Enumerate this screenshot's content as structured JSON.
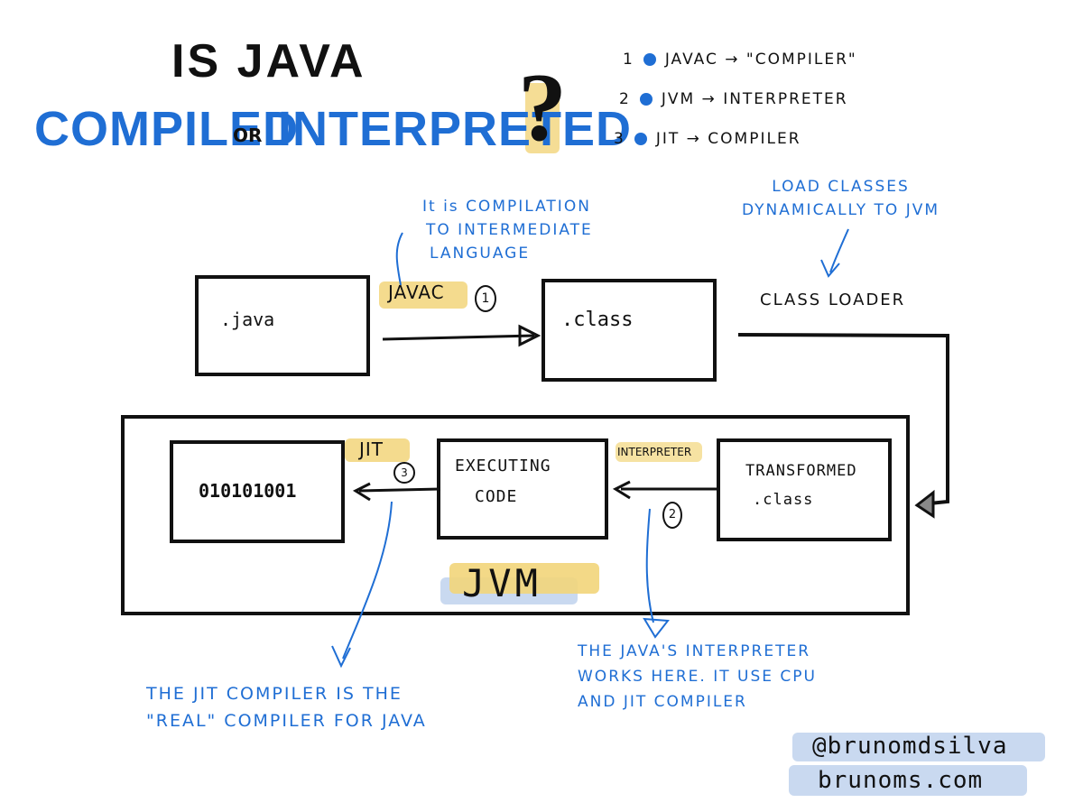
{
  "title": {
    "line1": "IS JAVA",
    "compiled": "COMPILED",
    "or": "OR",
    "interpreted": "INTERPRETED",
    "question_mark": "?"
  },
  "legend": [
    {
      "num": "1",
      "text": "JAVAC → \"COMPILER\""
    },
    {
      "num": "2",
      "text": "JVM → INTERPRETER"
    },
    {
      "num": "3",
      "text": "JIT → COMPILER"
    }
  ],
  "notes": {
    "compilation": [
      "It is COMPILATION",
      "TO INTERMEDIATE",
      "LANGUAGE"
    ],
    "load_classes": [
      "LOAD CLASSES",
      "DYNAMICALLY TO JVM"
    ],
    "jit_note": [
      "THE JIT COMPILER IS THE",
      "\"REAL\" COMPILER FOR JAVA"
    ],
    "interpreter_note": [
      "THE JAVA'S INTERPRETER",
      "WORKS HERE. IT USE CPU",
      "AND JIT COMPILER"
    ]
  },
  "boxes": {
    "java": ".java",
    "class": ".class",
    "binary": "010101001",
    "executing": [
      "EXECUTING",
      "CODE"
    ],
    "transformed": [
      "TRANSFORMED",
      ".class"
    ]
  },
  "labels": {
    "javac": "JAVAC",
    "javac_step": "1",
    "class_loader": "CLASS LOADER",
    "jit": "JIT",
    "jit_step": "3",
    "interpreter": "INTERPRETER",
    "interpreter_step": "2",
    "jvm": "JVM"
  },
  "credits": {
    "handle": "@brunomdsilva",
    "site": "brunoms.com"
  },
  "colors": {
    "blue": "#1f6ed4",
    "highlight_yellow": "#f2d57a",
    "highlight_blue": "#c9d9f0",
    "ink": "#111111"
  }
}
